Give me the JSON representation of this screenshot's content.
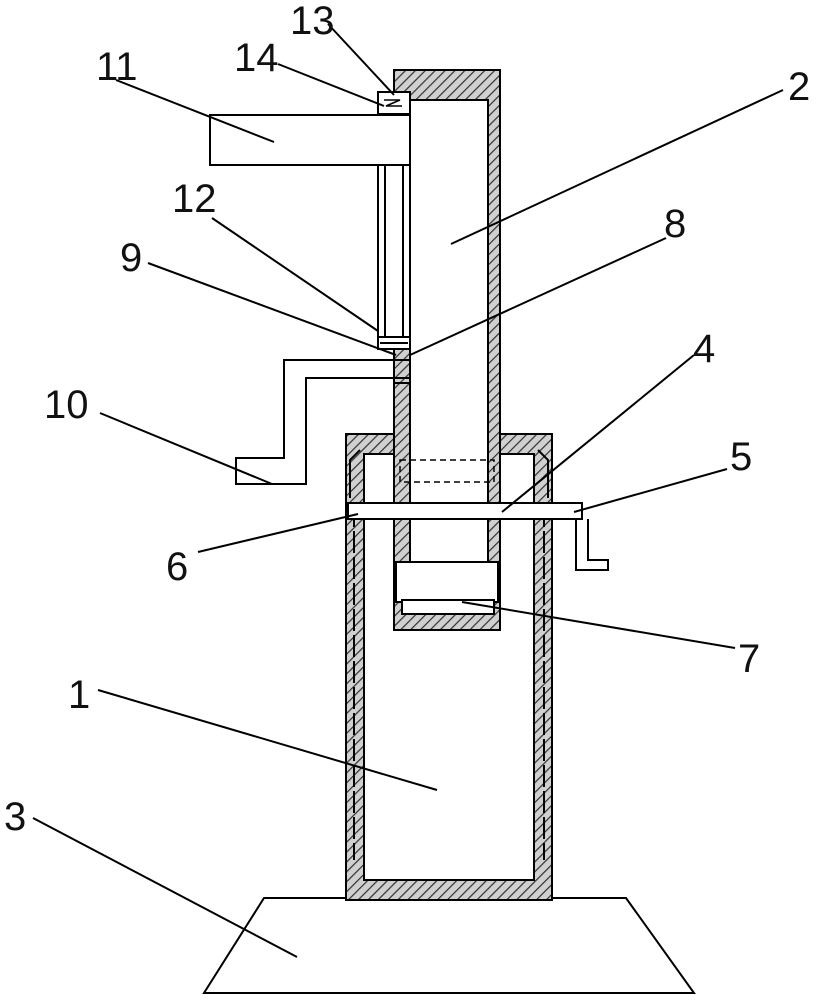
{
  "figure": {
    "callouts": [
      {
        "id": "1",
        "label": "1"
      },
      {
        "id": "2",
        "label": "2"
      },
      {
        "id": "3",
        "label": "3"
      },
      {
        "id": "4",
        "label": "4"
      },
      {
        "id": "5",
        "label": "5"
      },
      {
        "id": "6",
        "label": "6"
      },
      {
        "id": "7",
        "label": "7"
      },
      {
        "id": "8",
        "label": "8"
      },
      {
        "id": "9",
        "label": "9"
      },
      {
        "id": "10",
        "label": "10"
      },
      {
        "id": "11",
        "label": "11"
      },
      {
        "id": "12",
        "label": "12"
      },
      {
        "id": "13",
        "label": "13"
      },
      {
        "id": "14",
        "label": "14"
      }
    ]
  }
}
